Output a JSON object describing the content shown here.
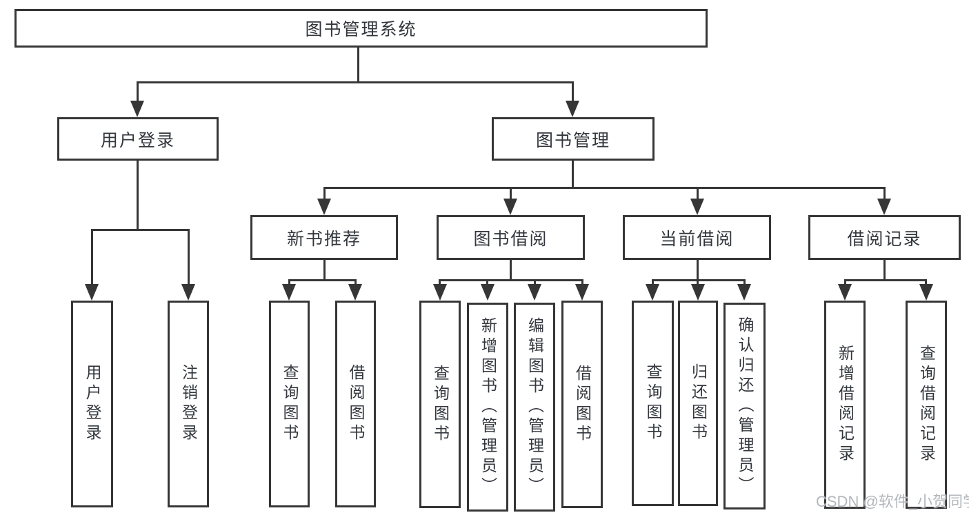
{
  "tree": {
    "label": "图书管理系统",
    "children": [
      {
        "label": "用户登录",
        "children": [
          {
            "label": "用户登录"
          },
          {
            "label": "注销登录"
          }
        ]
      },
      {
        "label": "图书管理",
        "children": [
          {
            "label": "新书推荐",
            "children": [
              {
                "label": "查询图书"
              },
              {
                "label": "借阅图书"
              }
            ]
          },
          {
            "label": "图书借阅",
            "children": [
              {
                "label": "查询图书"
              },
              {
                "label": "新增图书（管理员）"
              },
              {
                "label": "编辑图书（管理员）"
              },
              {
                "label": "借阅图书"
              }
            ]
          },
          {
            "label": "当前借阅",
            "children": [
              {
                "label": "查询图书"
              },
              {
                "label": "归还图书"
              },
              {
                "label": "确认归还（管理员）"
              }
            ]
          },
          {
            "label": "借阅记录",
            "children": [
              {
                "label": "新增借阅记录"
              },
              {
                "label": "查询借阅记录"
              }
            ]
          }
        ]
      }
    ]
  },
  "watermark": "CSDN @软件_小贺同学",
  "colors": {
    "line": "#363636",
    "text": "#33373d",
    "watermark": "#b3b7bc",
    "background": "#ffffff"
  }
}
